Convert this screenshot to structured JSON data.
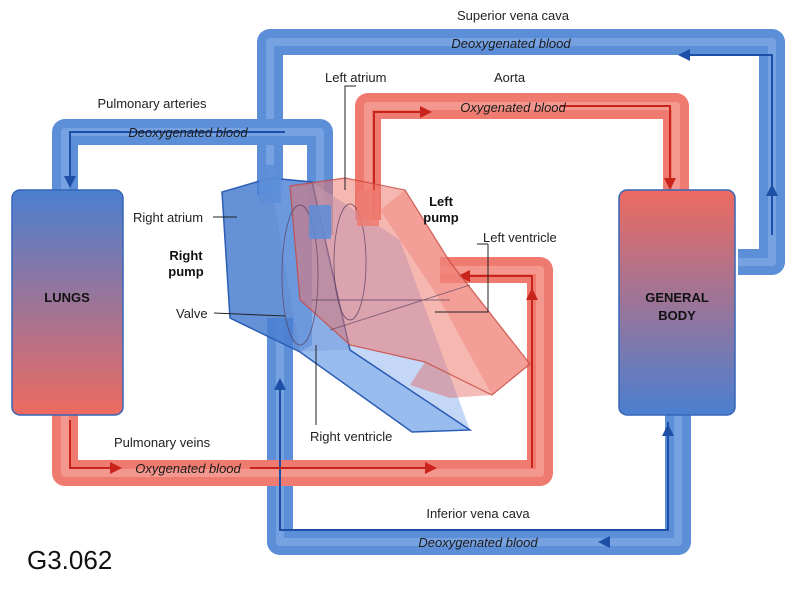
{
  "figure_id": "G3.062",
  "organs": {
    "lungs": "LUNGS",
    "body_line1": "GENERAL",
    "body_line2": "BODY"
  },
  "vessels": {
    "superior_vena_cava": "Superior vena cava",
    "pulmonary_arteries": "Pulmonary arteries",
    "aorta": "Aorta",
    "pulmonary_veins": "Pulmonary veins",
    "inferior_vena_cava": "Inferior vena cava"
  },
  "flows": {
    "deoxygenated": "Deoxygenated blood",
    "oxygenated": "Oxygenated blood"
  },
  "heart": {
    "left_atrium": "Left atrium",
    "right_atrium": "Right atrium",
    "right_pump_line1": "Right",
    "right_pump_line2": "pump",
    "left_pump_line1": "Left",
    "left_pump_line2": "pump",
    "left_ventricle": "Left ventricle",
    "valve": "Valve",
    "right_ventricle": "Right ventricle"
  },
  "colors": {
    "deoxygenated": "#4a7fd0",
    "oxygenated": "#ef6f64",
    "arrow_blue": "#1d4fa6",
    "arrow_red": "#c8241b"
  }
}
